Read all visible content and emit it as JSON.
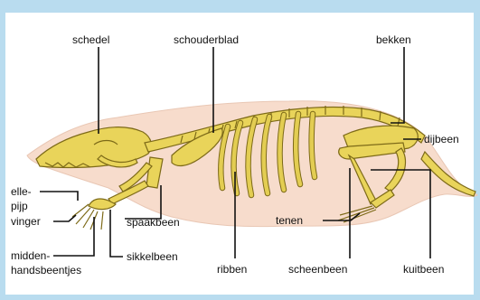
{
  "colors": {
    "background": "#b9dcef",
    "panel": "#ffffff",
    "body": "#f7dccc",
    "bone": "#e9d45a",
    "bone_outline": "#7d6a18",
    "label_text": "#111111"
  },
  "labels": {
    "schedel": "schedel",
    "schouderblad": "schouderblad",
    "bekken": "bekken",
    "dijbeen": "dijbeen",
    "elle": "elle-",
    "pijp": "pijp",
    "vinger": "vinger",
    "spaakbeen": "spaakbeen",
    "midden": "midden-",
    "handsbeentjes": "handsbeentjes",
    "sikkelbeen": "sikkelbeen",
    "tenen": "tenen",
    "ribben": "ribben",
    "scheenbeen": "scheenbeen",
    "kuitbeen": "kuitbeen"
  }
}
